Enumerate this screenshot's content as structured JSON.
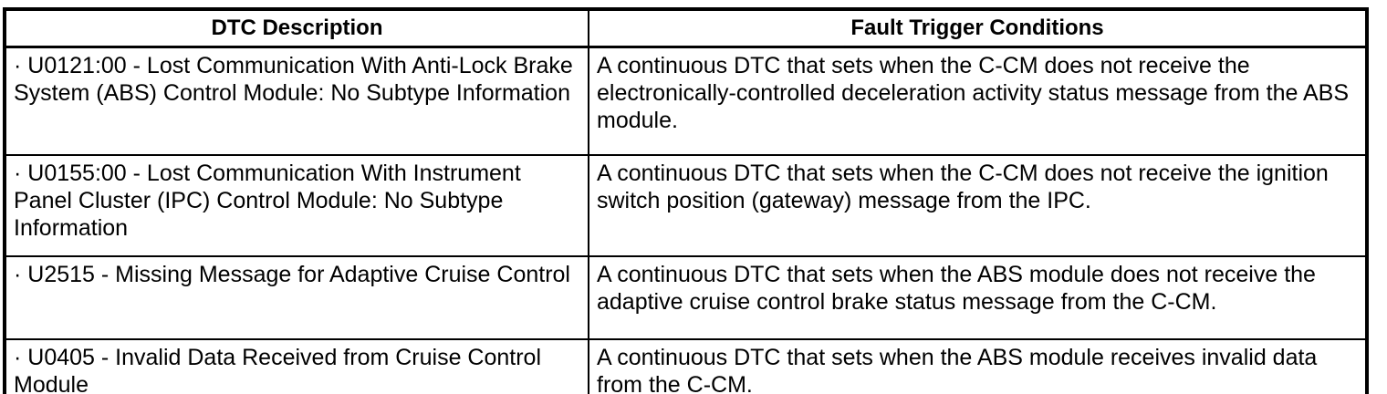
{
  "page": {
    "background_color": "#ffffff",
    "text_color": "#000000",
    "border_color": "#000000"
  },
  "table": {
    "headers": [
      "DTC Description",
      "Fault Trigger Conditions"
    ],
    "rows": [
      {
        "dtc_description": [
          "· U0121:00 - Lost Communication With Anti-Lock Brake",
          "System (ABS) Control Module: No Subtype Information"
        ],
        "fault_trigger_conditions": [
          "A continuous DTC that sets when the C-CM does not receive the",
          "electronically-controlled deceleration activity status message from the ABS",
          "module."
        ]
      },
      {
        "dtc_description": [
          "· U0155:00 - Lost Communication With Instrument",
          "Panel Cluster (IPC) Control Module: No Subtype",
          "Information"
        ],
        "fault_trigger_conditions": [
          "A continuous DTC that sets when the C-CM does not receive the ignition",
          "switch position (gateway) message from the IPC."
        ]
      },
      {
        "dtc_description": [
          "· U2515 - Missing Message for Adaptive Cruise Control"
        ],
        "fault_trigger_conditions": [
          "A continuous DTC that sets when the ABS module does not receive the",
          "adaptive cruise control brake status message from the C-CM."
        ]
      },
      {
        "dtc_description": [
          "· U0405 - Invalid Data Received from Cruise Control",
          "Module"
        ],
        "fault_trigger_conditions": [
          "A continuous DTC that sets when the ABS module receives invalid data",
          "from the C-CM."
        ]
      }
    ]
  }
}
